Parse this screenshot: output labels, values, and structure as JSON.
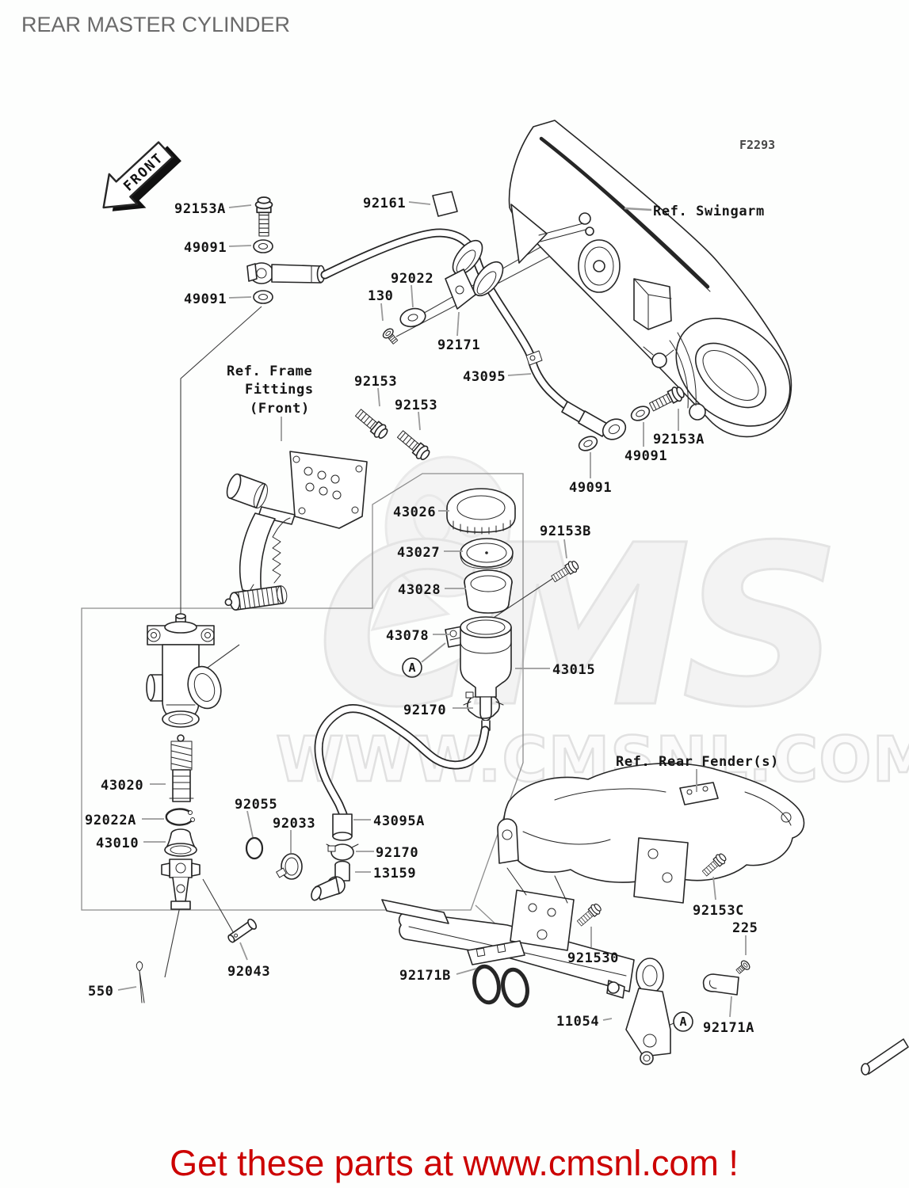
{
  "page": {
    "title": "REAR MASTER CYLINDER",
    "figure_code": "F2293",
    "front_marker": "FRONT",
    "background": "#fdfefd"
  },
  "banner": {
    "text": "Get these parts at www.cmsnl.com !",
    "color": "#cc0000"
  },
  "watermark": {
    "brand": "CMS",
    "url": "WWW.CMSNL.COM"
  },
  "detail_markers": [
    {
      "text": "A"
    },
    {
      "text": "A"
    }
  ],
  "reference_labels": {
    "swingarm": "Ref. Swingarm",
    "frame_fittings_lines": [
      "Ref. Frame",
      "Fittings",
      "(Front)"
    ],
    "rear_fender": "Ref. Rear Fender(s)"
  },
  "colors": {
    "line": "#262626",
    "leader": "#9a9a9a",
    "label": "#151515",
    "title": "#6a6a6a",
    "banner": "#cc0000"
  },
  "part_labels": [
    {
      "text": "92153A",
      "part": "banjo-bolt-front"
    },
    {
      "text": "49091",
      "part": "banjo-washer-1"
    },
    {
      "text": "49091",
      "part": "banjo-washer-2"
    },
    {
      "text": "92161",
      "part": "damper-plate"
    },
    {
      "text": "92022",
      "part": "washer-plain"
    },
    {
      "text": "130",
      "part": "bolt-flanged-small"
    },
    {
      "text": "92171",
      "part": "hose-grommet"
    },
    {
      "text": "43095",
      "part": "brake-hose-rear"
    },
    {
      "text": "92153A",
      "part": "banjo-bolt-rear"
    },
    {
      "text": "49091",
      "part": "banjo-washer-3"
    },
    {
      "text": "49091",
      "part": "banjo-washer-4"
    },
    {
      "text": "92153",
      "part": "bolt-frame-fitting-1"
    },
    {
      "text": "92153",
      "part": "bolt-frame-fitting-2"
    },
    {
      "text": "43026",
      "part": "reservoir-cap"
    },
    {
      "text": "92153B",
      "part": "bolt-reservoir"
    },
    {
      "text": "43027",
      "part": "plate-diaphragm"
    },
    {
      "text": "43028",
      "part": "diaphragm"
    },
    {
      "text": "43078",
      "part": "reservoir-bracket"
    },
    {
      "text": "43015",
      "part": "reservoir-assembly"
    },
    {
      "text": "92170",
      "part": "clamp-hose-upper"
    },
    {
      "text": "43020",
      "part": "piston-assembly"
    },
    {
      "text": "92022A",
      "part": "washer-snap"
    },
    {
      "text": "43010",
      "part": "dust-boot"
    },
    {
      "text": "92055",
      "part": "o-ring"
    },
    {
      "text": "92033",
      "part": "clamp-ring"
    },
    {
      "text": "43095A",
      "part": "reservoir-hose"
    },
    {
      "text": "92170",
      "part": "clamp-hose-lower"
    },
    {
      "text": "13159",
      "part": "connector-elbow"
    },
    {
      "text": "92043",
      "part": "pin-clevis"
    },
    {
      "text": "550",
      "part": "pin-cotter"
    },
    {
      "text": "92171B",
      "part": "clamp-double"
    },
    {
      "text": "921530",
      "part": "bolt-fender-bracket"
    },
    {
      "text": "11054",
      "part": "bracket-taillight"
    },
    {
      "text": "92171A",
      "part": "clamp-single"
    },
    {
      "text": "92153C",
      "part": "bolt-fender"
    },
    {
      "text": "225",
      "part": "screw-tapping"
    }
  ]
}
